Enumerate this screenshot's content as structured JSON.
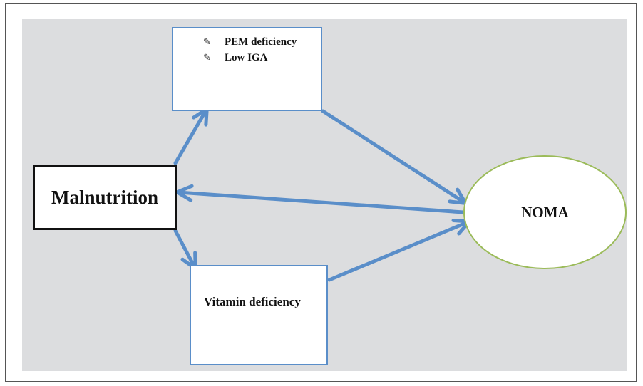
{
  "diagram": {
    "center_node": {
      "label": "Malnutrition"
    },
    "target_node": {
      "label": "NOMA"
    },
    "upper_node": {
      "bullet_symbol": "✎",
      "items": [
        {
          "label": "PEM deficiency"
        },
        {
          "label": "Low IGA"
        }
      ]
    },
    "lower_node": {
      "label": "Vitamin deficiency"
    },
    "colors": {
      "arrow": "#5a8ec9",
      "box_border": "#5a8ec9",
      "noma_border": "#9bbb59",
      "panel_background": "#dcdddf"
    }
  }
}
